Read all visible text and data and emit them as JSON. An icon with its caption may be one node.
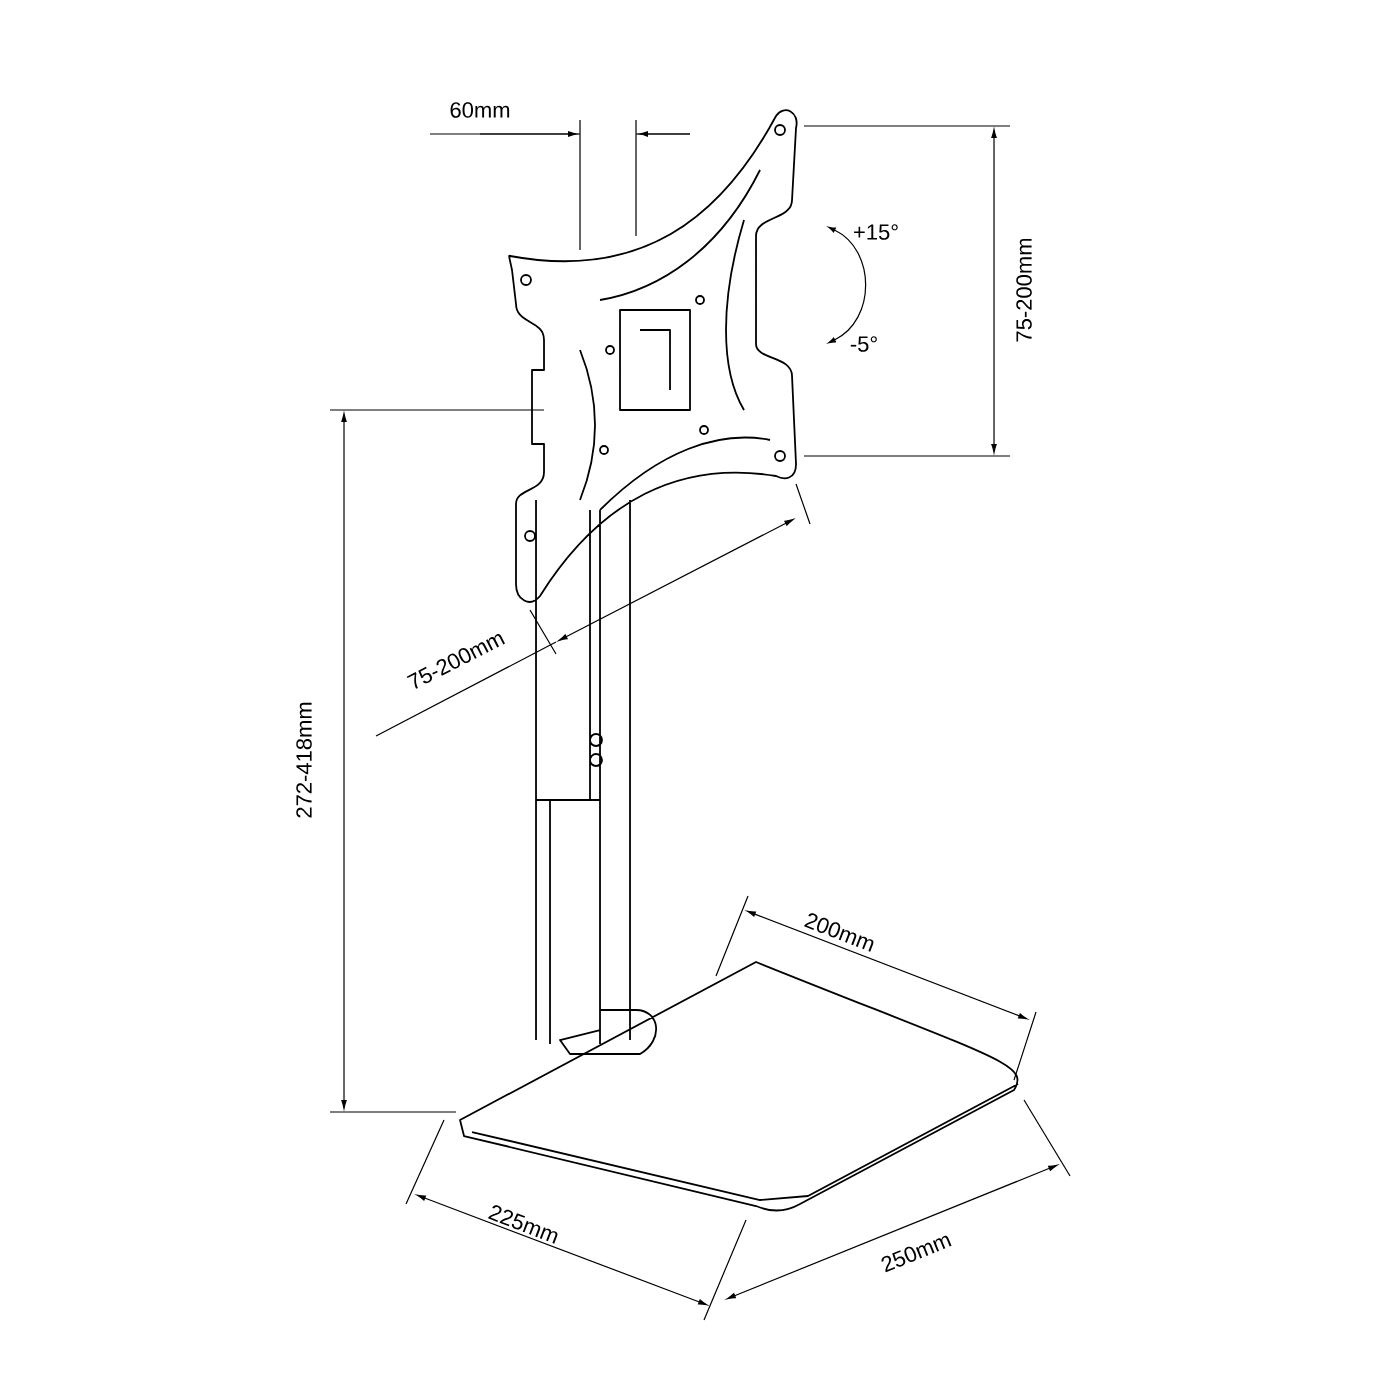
{
  "diagram": {
    "labels": [
      "60mm",
      "+15°",
      "-5°",
      "75-200mm",
      "75-200mm",
      "272-418mm",
      "200mm",
      "225mm",
      "250mm"
    ]
  }
}
